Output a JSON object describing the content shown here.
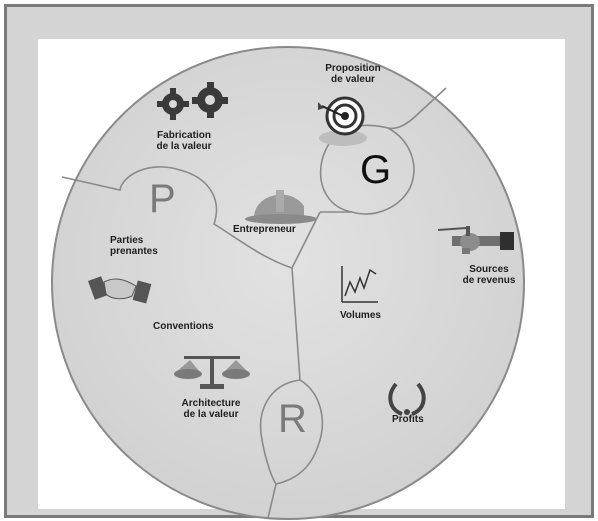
{
  "letters": {
    "g": "G",
    "p": "P",
    "r": "R"
  },
  "labels": {
    "proposition": "Proposition\nde valeur",
    "fabrication": "Fabrication\nde la valeur",
    "entrepreneur": "Entrepreneur",
    "parties": "Parties\nprenantes",
    "sources": "Sources\nde revenus",
    "conventions": "Conventions",
    "volumes": "Volumes",
    "architecture": "Architecture\nde la valeur",
    "profits": "Profits"
  },
  "icons": {
    "gears": "gears-icon",
    "target": "target-icon",
    "helmet": "hard-hat-icon",
    "handshake": "handshake-icon",
    "faucet": "faucet-icon",
    "chart": "line-chart-icon",
    "scales": "scales-icon",
    "laurel": "laurel-wreath-icon"
  },
  "colors": {
    "frame": "#d4d4d4",
    "border": "#7a7a7a",
    "circle": "#d9d9d9",
    "divider": "#8a8a8a",
    "letter": "#7a7a7a",
    "letter_g": "#111111"
  }
}
